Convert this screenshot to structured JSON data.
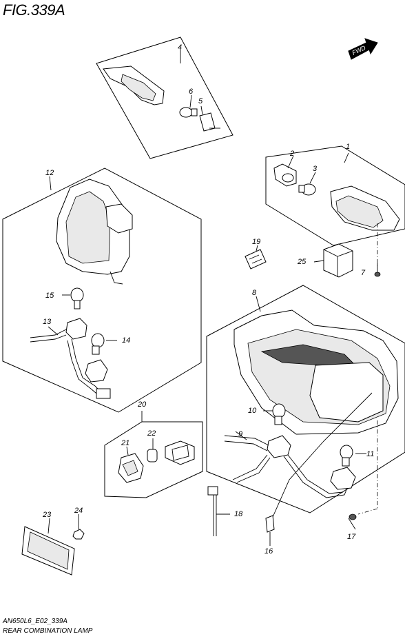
{
  "figure_title": "FIG.339A",
  "fwd_label": "FWD",
  "footer_code": "AN650L6_E02_339A",
  "footer_title": "REAR COMBINATION LAMP",
  "callouts": [
    "1",
    "2",
    "3",
    "4",
    "5",
    "6",
    "7",
    "8",
    "9",
    "10",
    "11",
    "12",
    "13",
    "14",
    "15",
    "16",
    "17",
    "18",
    "19",
    "20",
    "21",
    "22",
    "23",
    "24",
    "25"
  ]
}
